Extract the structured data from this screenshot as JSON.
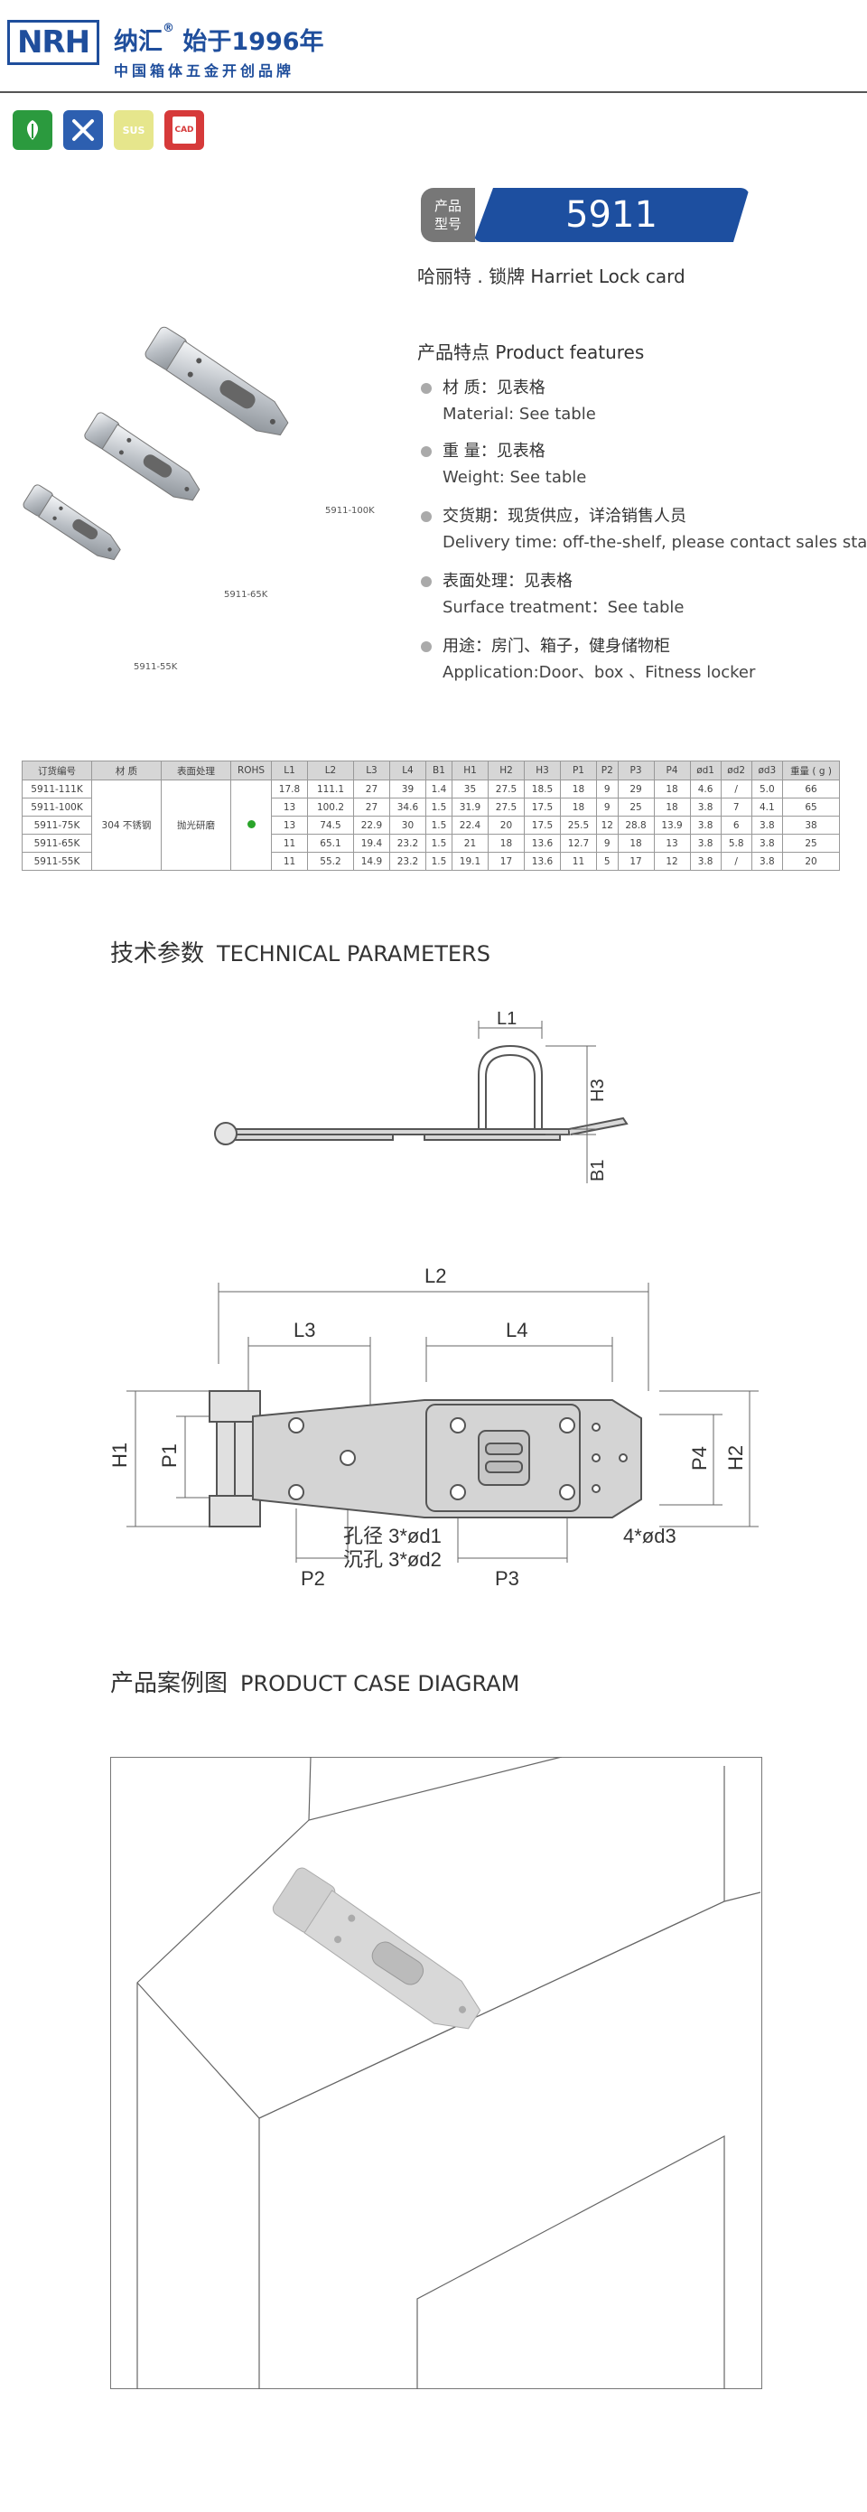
{
  "header": {
    "logo": "NRH",
    "brand_line1": "纳汇",
    "brand_tagline": "始于1996年",
    "brand_line2": "中国箱体五金开创品牌"
  },
  "badges": [
    {
      "label": "RoHS",
      "color": "#2b9a3e"
    },
    {
      "label": "X",
      "color": "#2d5fb0"
    },
    {
      "label": "SUS",
      "color": "#e4e48a"
    },
    {
      "label": "CAD",
      "color": "#d63a3a"
    }
  ],
  "product": {
    "model_label_1": "产品",
    "model_label_2": "型号",
    "model": "5911",
    "subtitle": "哈丽特 . 锁牌    Harriet Lock card"
  },
  "features": {
    "title": "产品特点  Product features",
    "items": [
      {
        "zh": "材  质：见表格",
        "en": "Material: See table"
      },
      {
        "zh": "重  量：见表格",
        "en": "Weight: See table"
      },
      {
        "zh": "交货期：现货供应，详洽销售人员",
        "en": "Delivery time: off-the-shelf, please contact sales staff"
      },
      {
        "zh": "表面处理：见表格",
        "en": "Surface treatment：See table"
      },
      {
        "zh": "用途：房门、箱子，健身储物柜",
        "en": "Application:Door、box 、Fitness locker"
      }
    ]
  },
  "image_labels": {
    "large": "5911-100K",
    "medium": "5911-65K",
    "small": "5911-55K"
  },
  "table": {
    "headers": [
      "订货编号",
      "材  质",
      "表面处理",
      "ROHS",
      "L1",
      "L2",
      "L3",
      "L4",
      "B1",
      "H1",
      "H2",
      "H3",
      "P1",
      "P2",
      "P3",
      "P4",
      "ød1",
      "ød2",
      "ød3",
      "重量 ( g )"
    ],
    "material": "304 不锈钢",
    "finish": "抛光研磨",
    "rows": [
      [
        "5911-111K",
        "17.8",
        "111.1",
        "27",
        "39",
        "1.4",
        "35",
        "27.5",
        "18.5",
        "18",
        "9",
        "29",
        "18",
        "4.6",
        "/",
        "5.0",
        "66"
      ],
      [
        "5911-100K",
        "13",
        "100.2",
        "27",
        "34.6",
        "1.5",
        "31.9",
        "27.5",
        "17.5",
        "18",
        "9",
        "25",
        "18",
        "3.8",
        "7",
        "4.1",
        "65"
      ],
      [
        "5911-75K",
        "13",
        "74.5",
        "22.9",
        "30",
        "1.5",
        "22.4",
        "20",
        "17.5",
        "25.5",
        "12",
        "28.8",
        "13.9",
        "3.8",
        "6",
        "3.8",
        "38"
      ],
      [
        "5911-65K",
        "11",
        "65.1",
        "19.4",
        "23.2",
        "1.5",
        "21",
        "18",
        "13.6",
        "12.7",
        "9",
        "18",
        "13",
        "3.8",
        "5.8",
        "3.8",
        "25"
      ],
      [
        "5911-55K",
        "11",
        "55.2",
        "14.9",
        "23.2",
        "1.5",
        "19.1",
        "17",
        "13.6",
        "11",
        "5",
        "17",
        "12",
        "3.8",
        "/",
        "3.8",
        "20"
      ]
    ]
  },
  "technical": {
    "title_zh": "技术参数",
    "title_en": "TECHNICAL PARAMETERS",
    "labels": {
      "L1": "L1",
      "H3": "H3",
      "B1": "B1",
      "L2": "L2",
      "L3": "L3",
      "L4": "L4",
      "H1": "H1",
      "P1": "P1",
      "P4": "P4",
      "H2": "H2",
      "P2": "P2",
      "P3": "P3",
      "hole": "孔径 3*ød1",
      "counter": "沉孔 3*ød2",
      "d3": "4*ød3"
    }
  },
  "case": {
    "title_zh": "产品案例图",
    "title_en": "PRODUCT CASE DIAGRAM"
  }
}
